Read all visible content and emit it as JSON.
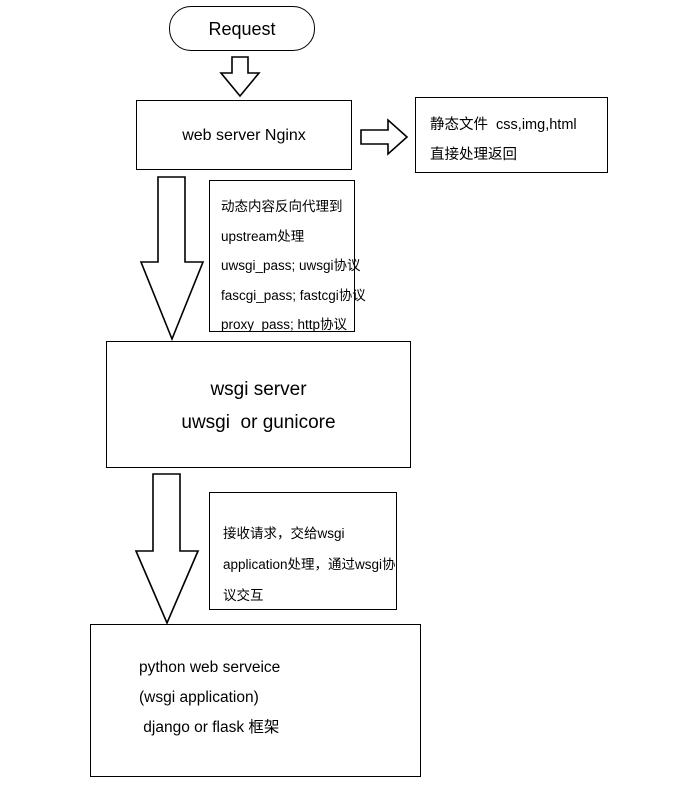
{
  "diagram": {
    "title": "Python Web Request Flow (Nginx / WSGI / Application)",
    "stroke_color": "#000000",
    "fill_color": "#ffffff",
    "nodes": {
      "request": {
        "label": "Request",
        "shape": "rounded-rectangle"
      },
      "web_server": {
        "label": "web server Nginx",
        "shape": "rectangle"
      },
      "static_files": {
        "line1": "静态文件  css,img,html",
        "line2": "直接处理返回",
        "shape": "rectangle"
      },
      "nginx_note": {
        "line1": "动态内容反向代理到",
        "line2": "upstream处理",
        "line3": "uwsgi_pass; uwsgi协议",
        "line4": "fascgi_pass; fastcgi协议",
        "line5": "proxy_pass; http协议",
        "shape": "rectangle"
      },
      "wsgi_server": {
        "line1": "wsgi server",
        "line2": "uwsgi  or gunicore",
        "shape": "rectangle"
      },
      "wsgi_note": {
        "line1": "接收请求，交给wsgi",
        "line2": "application处理，通过wsgi协",
        "line3": "议交互",
        "shape": "rectangle"
      },
      "python_app": {
        "line1": "python web serveice",
        "line2": "(wsgi application)",
        "line3": " django or flask 框架",
        "shape": "rectangle"
      }
    },
    "arrows": {
      "request_to_nginx": {
        "direction": "down",
        "style": "hollow-block-arrow"
      },
      "nginx_to_static": {
        "direction": "right",
        "style": "hollow-block-arrow"
      },
      "nginx_to_wsgi": {
        "direction": "down",
        "style": "hollow-long-arrow"
      },
      "wsgi_to_app": {
        "direction": "down",
        "style": "hollow-long-arrow"
      }
    }
  }
}
